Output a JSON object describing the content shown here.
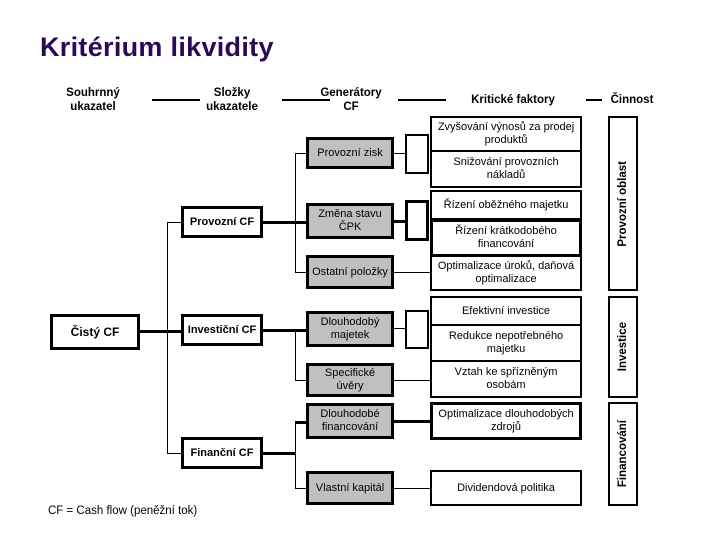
{
  "page": {
    "title": "Kritérium likvidity",
    "title_color": "#2b0a55",
    "footnote": "CF = Cash flow (peněžní tok)",
    "box_fill_gray": "#c0c0c0",
    "box_fill_white": "#ffffff",
    "line_color": "#000000"
  },
  "headers": [
    {
      "line1": "Souhrnný",
      "line2": "ukazatel"
    },
    {
      "line1": "Složky",
      "line2": "ukazatele"
    },
    {
      "line1": "Generátory",
      "line2": "CF"
    },
    {
      "line1": "Kritické faktory",
      "line2": ""
    },
    {
      "line1": "Činnost",
      "line2": ""
    }
  ],
  "root": {
    "label": "Čistý CF"
  },
  "components": [
    {
      "label": "Provozní CF"
    },
    {
      "label": "Investiční CF"
    },
    {
      "label": "Finanční CF"
    }
  ],
  "generators": [
    {
      "label": "Provozní zisk"
    },
    {
      "label": "Změna stavu ČPK"
    },
    {
      "label": "Ostatní položky"
    },
    {
      "label": "Dlouhodobý majetek"
    },
    {
      "label": "Specifické úvěry"
    },
    {
      "label": "Dlouhodobé financování"
    },
    {
      "label": "Vlastní kapitál"
    }
  ],
  "factors": [
    {
      "label": "Zvyšování výnosů za prodej produktů"
    },
    {
      "label": "Snižování provozních nákladů"
    },
    {
      "label": "Řízení oběžného majetku"
    },
    {
      "label": "Řízení krátkodobého financování"
    },
    {
      "label": "Optimalizace úroků, daňová optimalizace"
    },
    {
      "label": "Efektivní investice"
    },
    {
      "label": "Redukce nepotřebného majetku"
    },
    {
      "label": "Vztah ke spřízněným osobám"
    },
    {
      "label": "Optimalizace dlouhodobých zdrojů"
    },
    {
      "label": "Dividendová politika"
    }
  ],
  "activities": [
    {
      "label": "Provozní oblast"
    },
    {
      "label": "Investice"
    },
    {
      "label": "Financování"
    }
  ]
}
